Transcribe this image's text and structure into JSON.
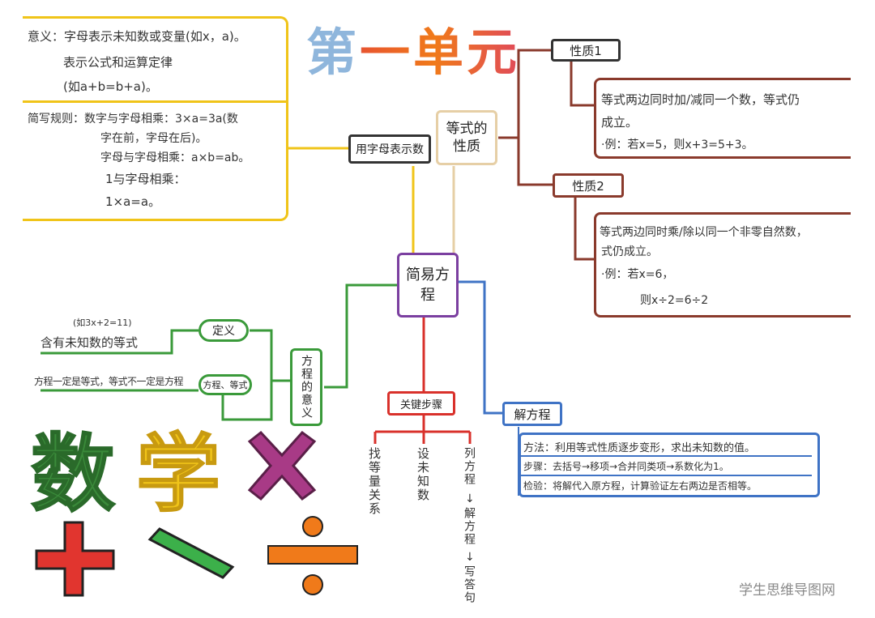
{
  "title": "第一单元",
  "colors": {
    "title_blue": "#8fb6dc",
    "title_red": "#e8552f",
    "yellow": "#f0c419",
    "black": "#333333",
    "brown": "#8a3a2c",
    "purple": "#7b3fa0",
    "green": "#3a9a3a",
    "red": "#d9312b",
    "blue": "#3f73c5",
    "orange": "#f07a1a"
  },
  "center": {
    "label": "简易方程"
  },
  "left_top": {
    "node_label": "用字母表示数",
    "meaning": {
      "line1": "意义：字母表示未知数或变量(如x，a)。",
      "line2": "表示公式和运算定律",
      "line3": "(如a+b=b+a)。"
    },
    "rules": {
      "line1": "简写规则：数字与字母相乘：3×a=3a(数",
      "line2": "字在前，字母在后)。",
      "line3": "字母与字母相乘：a×b=ab。",
      "line4": "1与字母相乘：",
      "line5": "1×a=a。"
    }
  },
  "right_top": {
    "node_label": "等式的性质",
    "prop1": {
      "label": "性质1",
      "line1": "等式两边同时加/减同一个数，等式仍",
      "line2": "成立。",
      "line3": "·例：若x=5，则x+3=5+3。"
    },
    "prop2": {
      "label": "性质2",
      "line1": "等式两边同时乘/除以同一个非零自然数，",
      "line2": "式仍成立。",
      "line3": "·例：若x=6，",
      "line4": "则x÷2=6÷2"
    }
  },
  "left_bottom": {
    "node_label": "方程的意义",
    "def_label": "定义",
    "def_note": "(如3x+2=11)",
    "def_text": "含有未知数的等式",
    "rel_label": "方程、等式",
    "rel_text": "方程一定是等式，等式不一定是方程"
  },
  "bottom_mid": {
    "node_label": "关键步骤",
    "step1": "找等量关系",
    "step2": "设未知数",
    "step3": "列方程",
    "step4": "解方程",
    "step5": "写答句"
  },
  "right_bottom": {
    "node_label": "解方程",
    "method": "方法：利用等式性质逐步变形，求出未知数的值。",
    "steps": "步骤：去括号→移项→合并同类项→系数化为1。",
    "check": "检验：将解代入原方程，计算验证左右两边是否相等。"
  },
  "decor": {
    "word1": "数",
    "word2": "学",
    "times": "×",
    "plus": "+",
    "minus": "−",
    "divide": "÷"
  },
  "watermark": "学生思维导图网"
}
